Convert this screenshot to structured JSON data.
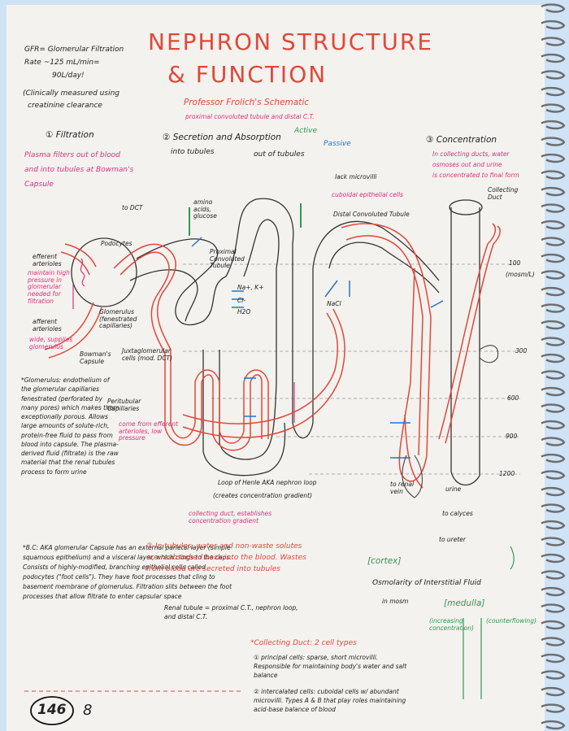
{
  "header": {
    "gfr_line1": "GFR= Glomerular Filtration",
    "gfr_line2": "Rate ~125 mL/min=",
    "gfr_line3": "90L/day!",
    "gfr_note1": "(Clinically measured using",
    "gfr_note2": "creatinine clearance",
    "title_line1": "NEPHRON STRUCTURE",
    "title_line2": "& FUNCTION",
    "subtitle": "Professor Frolich's Schematic",
    "subtitle_note": "proximal convoluted tubule and distal C.T."
  },
  "steps": {
    "filtration_title": "① Filtration",
    "filtration_desc1": "Plasma filters out of blood",
    "filtration_desc2": "and into tubules at Bowman's",
    "filtration_desc3": "Capsule",
    "secretion_title": "② Secretion and Absorption",
    "secretion_into": "into tubules",
    "secretion_outof": "out of tubules",
    "legend_active": "Active",
    "legend_passive": "Passive",
    "concentration_title": "③ Concentration",
    "concentration_desc1": "In collecting ducts, water",
    "concentration_desc2": "osmoses out and urine",
    "concentration_desc3": "is concentrated to final form"
  },
  "diagram_labels": {
    "to_dct": "to DCT",
    "efferent": "efferent arterioles",
    "efferent_note": "maintain high pressure in glomerular needed for filtration",
    "afferent": "afferent arterioles",
    "afferent_note": "wide, supplies glomerulus",
    "podocytes": "Podocytes",
    "glomerulus": "Glomerulus (fenestrated capillaries)",
    "bowmans": "Bowman's Capsule",
    "juxta": "Juxtaglomerular cells (mod. DCT)",
    "pct": "Proximal Convoluted Tubule",
    "na_k": "Na+, K+",
    "cl": "Cl-",
    "h2o": "H2O",
    "amino": "amino acids, glucose",
    "lack_micro": "lack microvilli",
    "cuboidal": "cuboidal epithelial cells",
    "dct": "Distal Convoluted Tubule",
    "collecting_duct": "Collecting Duct",
    "nacl": "NaCl",
    "peritubular": "Peritubular Capillaries",
    "peritubular_note": "come from efferent arterioles, low pressure",
    "loop": "Loop of Henle AKA nephron loop",
    "loop_note": "(creates concentration gradient)",
    "collecting_note": "collecting duct, establishes concentration gradient",
    "renal_vein": "to renal vein",
    "urine": "urine",
    "to_calyces": "to calyces",
    "to_ureter": "to ureter",
    "osm_100": "100",
    "osm_300": "300",
    "osm_600": "600",
    "osm_900": "900",
    "osm_1200": "1200",
    "osmolarity": "(mosm/L)",
    "cortex": "[cortex]",
    "osmolarity_interstitial": "Osmolarity of Interstitial Fluid",
    "medulla": "[medulla]",
    "increasing": "(increasing concentration)",
    "counterflow": "(counterflowing)",
    "in_mosm": "in mosm"
  },
  "notes": {
    "glomerulus_note": "*Glomerulus: endothelium of the glomerular capillaries fenestrated (perforated by many pores) which makes them exceptionally porous. Allows large amounts of solute-rich, protein-free fluid to pass from blood into capsule. The plasma-derived fluid (filtrate) is the raw material that the renal tubules process to form urine",
    "bc_note": "*B.C: AKA glomerular Capsule has an external parietal layer (simple squamous epithelium) and a visceral layer, which clings to the caps. Consists of highly-modified, branching epithelial cells called podocytes (\"foot cells\"). They have foot processes that cling to basement membrane of glomerulus. Filtration slits between the foot processes that allow filtrate to enter capsular space",
    "tubules_note": "② In tubules, water and non-waste solutes are reabsorbed back into the blood. Wastes from blood are secreted into tubules",
    "tubules_note2": "Renal tubule = proximal C.T., nephron loop, and distal C.T.",
    "collecting_title": "*Collecting Duct: 2 cell types",
    "collecting_1": "① principal cells: sparse, short microvilli. Responsible for maintaining body's water and salt balance",
    "collecting_2": "② intercalated cells: cuboidal cells w/ abundant microvilli. Types A & B that play roles maintaining acid-base balance of blood"
  },
  "footer": {
    "page_number": "146",
    "mark": "8"
  }
}
